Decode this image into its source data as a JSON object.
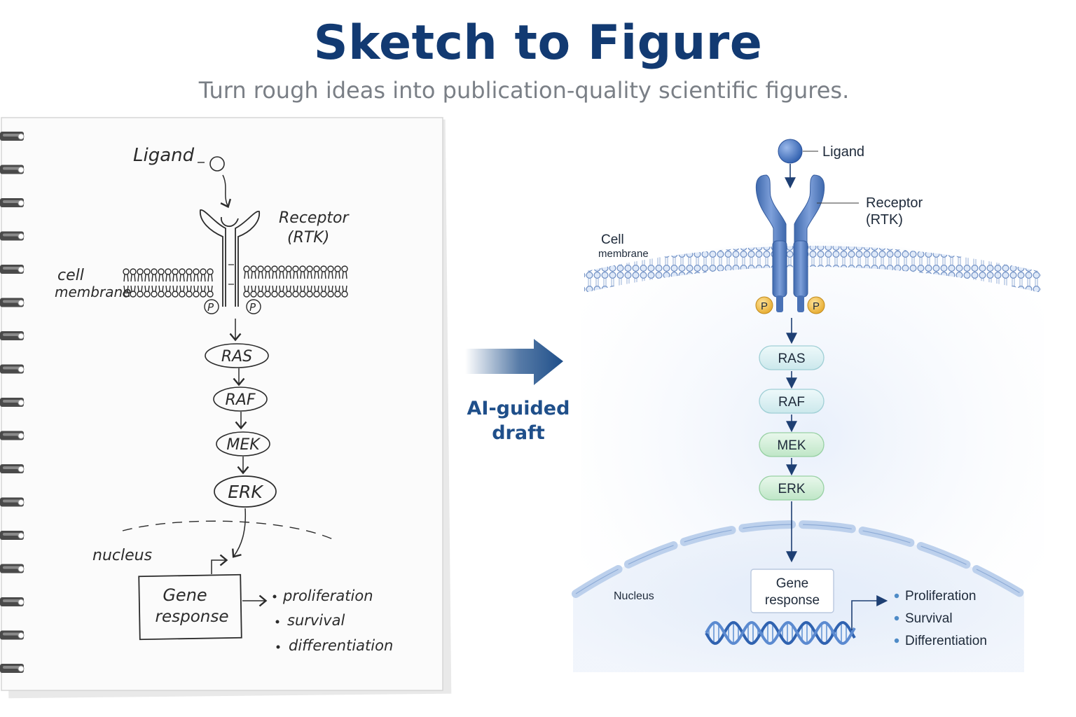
{
  "header": {
    "title": "Sketch to Figure",
    "subtitle": "Turn rough ideas into publication-quality scientific figures."
  },
  "transition": {
    "label_line1": "AI-guided",
    "label_line2": "draft"
  },
  "sketch": {
    "ligand": "Ligand",
    "receptor_line1": "Receptor",
    "receptor_line2": "(RTK)",
    "membrane_line1": "cell",
    "membrane_line2": "membrane",
    "phospho": "P",
    "ras": "RAS",
    "raf": "RAF",
    "mek": "MEK",
    "erk": "ERK",
    "nucleus": "nucleus",
    "gene_line1": "Gene",
    "gene_line2": "response",
    "outcomes": [
      "proliferation",
      "survival",
      "differentiation"
    ]
  },
  "figure": {
    "ligand": "Ligand",
    "receptor_line1": "Receptor",
    "receptor_line2": "(RTK)",
    "membrane_line1": "Cell",
    "membrane_line2": "membrane",
    "phospho": "P",
    "ras": "RAS",
    "raf": "RAF",
    "mek": "MEK",
    "erk": "ERK",
    "nucleus": "Nucleus",
    "gene_line1": "Gene",
    "gene_line2": "response",
    "outcomes": [
      "Proliferation",
      "Survival",
      "Differentiation"
    ]
  },
  "colors": {
    "title": "#123a72",
    "ras_raf": "#dff1f3",
    "mek_erk": "#d8f0dc",
    "receptor": "#5b82c2",
    "phospho": "#f1c24e"
  }
}
